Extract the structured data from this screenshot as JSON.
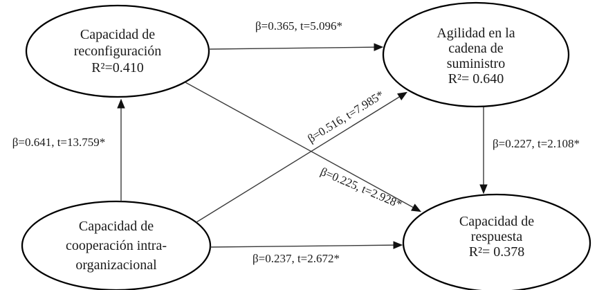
{
  "figure": {
    "type": "sem-path-diagram",
    "background_color": "#ffffff",
    "node_stroke_color": "#000000",
    "edge_line_color": "#3a3a3a",
    "arrowhead_color": "#111111",
    "nodes": [
      {
        "name": "capacidad-reconfiguracion",
        "label": "Capacidad de\nreconfiguración\nR²=0.410"
      },
      {
        "name": "agilidad-cadena-suministro",
        "label": "Agilidad en la\ncadena de\nsuministro\nR²= 0.640"
      },
      {
        "name": "capacidad-cooperacion",
        "label": "Capacidad de\ncooperación intra-\norganizacional"
      },
      {
        "name": "capacidad-respuesta",
        "label": "Capacidad de\nrespuesta\nR²= 0.378"
      }
    ],
    "edges": [
      {
        "from": "capacidad-cooperacion",
        "to": "capacidad-reconfiguracion",
        "label": "β=0.641, t=13.759*"
      },
      {
        "from": "capacidad-reconfiguracion",
        "to": "agilidad-cadena-suministro",
        "label": "β=0.365, t=5.096*"
      },
      {
        "from": "capacidad-cooperacion",
        "to": "agilidad-cadena-suministro",
        "label": "β=0.516, t=7.985*"
      },
      {
        "from": "capacidad-reconfiguracion",
        "to": "capacidad-respuesta",
        "label": "β=0.225, t=2.928*"
      },
      {
        "from": "agilidad-cadena-suministro",
        "to": "capacidad-respuesta",
        "label": "β=0.227, t=2.108*"
      },
      {
        "from": "capacidad-cooperacion",
        "to": "capacidad-respuesta",
        "label": "β=0.237, t=2.672*"
      }
    ]
  }
}
